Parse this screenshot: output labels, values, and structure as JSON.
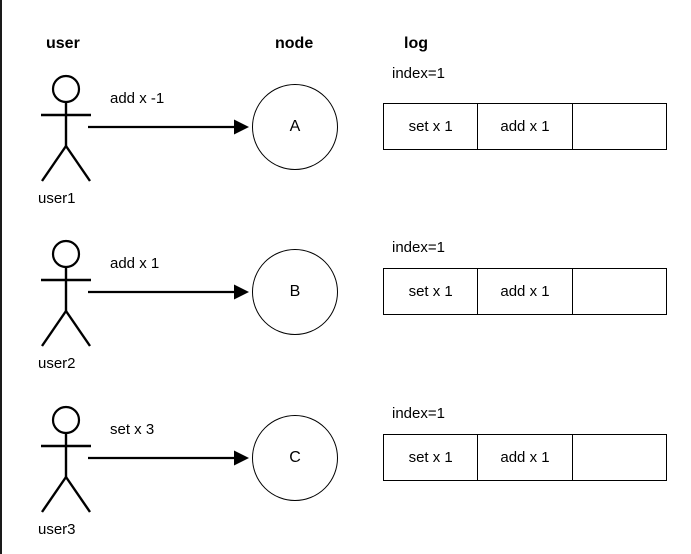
{
  "headers": {
    "user": "user",
    "node": "node",
    "log": "log"
  },
  "rows": [
    {
      "actor_label": "user1",
      "edge_label": "add x -1",
      "node_label": "A",
      "index_label": "index=1",
      "log_cells": [
        "set x 1",
        "add x 1",
        ""
      ]
    },
    {
      "actor_label": "user2",
      "edge_label": "add x 1",
      "node_label": "B",
      "index_label": "index=1",
      "log_cells": [
        "set x 1",
        "add x 1",
        ""
      ]
    },
    {
      "actor_label": "user3",
      "edge_label": "set x 3",
      "node_label": "C",
      "index_label": "index=1",
      "log_cells": [
        "set x 1",
        "add x 1",
        ""
      ]
    }
  ],
  "colors": {
    "stroke": "#000000",
    "background": "#ffffff",
    "border": "#1a1a1a"
  }
}
